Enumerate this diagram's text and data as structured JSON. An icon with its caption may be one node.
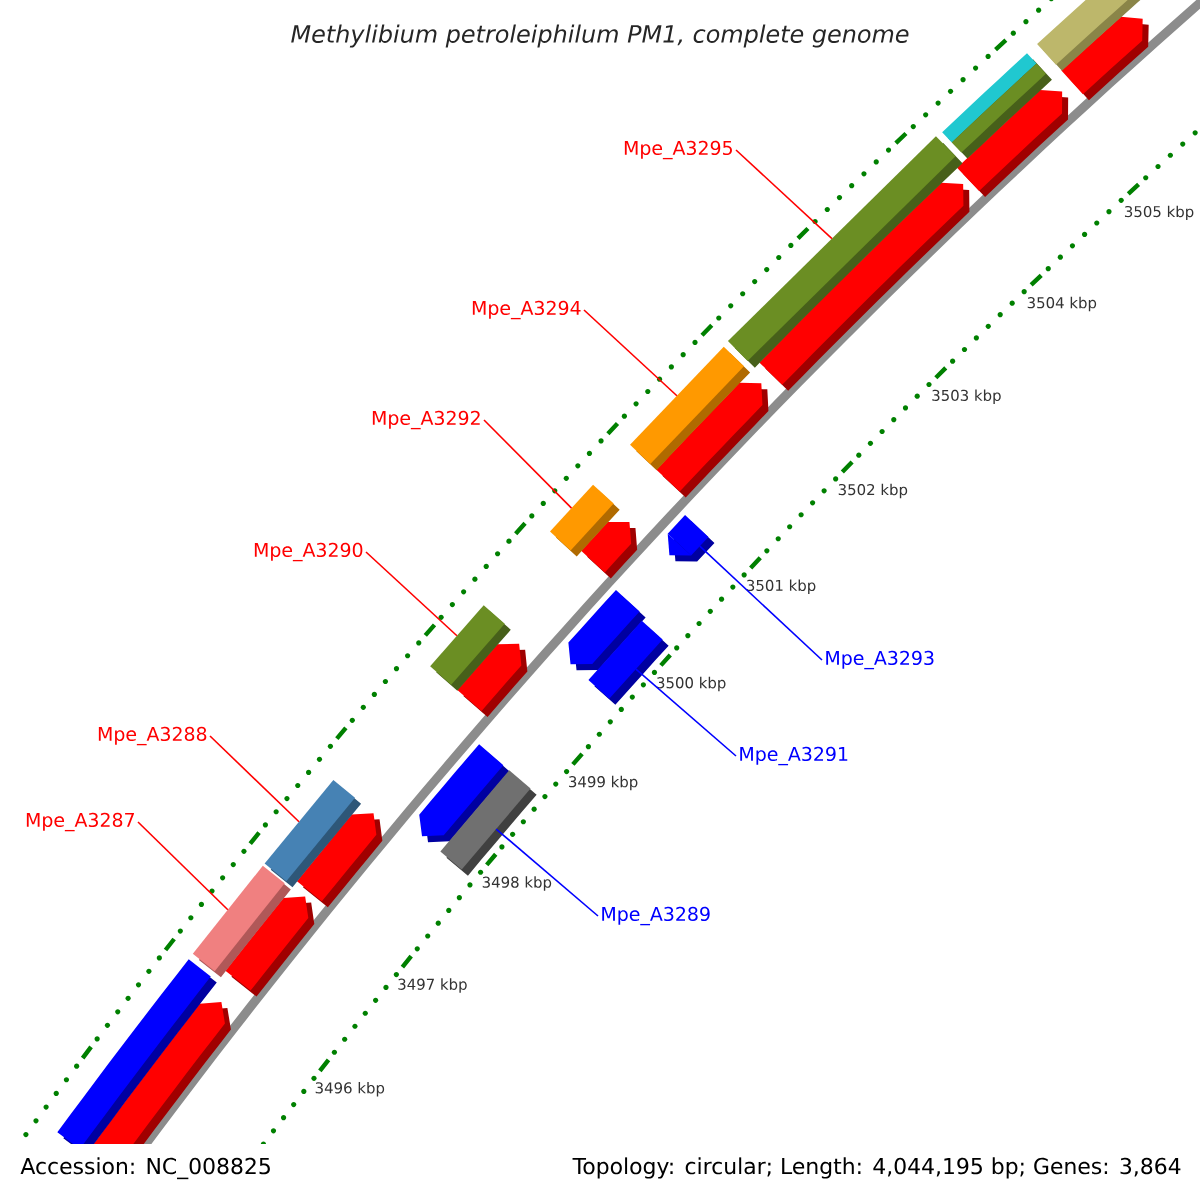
{
  "diagram": {
    "title": "Methylibium petroleiphilum PM1, complete genome",
    "nodes": [
      {
        "text": [
          "Mpe_A3295"
        ]
      },
      {
        "text": [
          "Mpe_A3294"
        ]
      },
      {
        "text": [
          "Mpe_A3292"
        ]
      },
      {
        "text": [
          "Mpe_A3290"
        ]
      },
      {
        "text": [
          "Mpe_A3293"
        ]
      },
      {
        "text": [
          "Mpe_A3288"
        ]
      },
      {
        "text": [
          "Mpe_A3291"
        ]
      },
      {
        "text": [
          "Mpe_A3287"
        ]
      },
      {
        "text": [
          "Mpe_A3289"
        ]
      },
      {
        "text": [],
        "shape": "bar"
      },
      {
        "text": [],
        "shape": "bar"
      },
      {
        "text": [],
        "shape": "bar"
      },
      {
        "text": [],
        "shape": "bar"
      },
      {
        "text": [],
        "shape": "bar"
      },
      {
        "text": [],
        "shape": "bar"
      },
      {
        "text": [],
        "shape": "bar"
      },
      {
        "text": [],
        "shape": "bar"
      },
      {
        "text": [],
        "shape": "bar"
      }
    ],
    "edges": [
      {
        "from": 0,
        "to": 9,
        "arrow": "none"
      },
      {
        "from": 1,
        "to": 10,
        "arrow": "none"
      },
      {
        "from": 2,
        "to": 11,
        "arrow": "none"
      },
      {
        "from": 3,
        "to": 12,
        "arrow": "none"
      },
      {
        "from": 4,
        "to": 13,
        "arrow": "none",
        "color": "#0000ff"
      },
      {
        "from": 5,
        "to": 14,
        "arrow": "none"
      },
      {
        "from": 6,
        "to": 15,
        "arrow": "none",
        "color": "#0000ff"
      },
      {
        "from": 7,
        "to": 16,
        "arrow": "none"
      },
      {
        "from": 8,
        "to": 17,
        "arrow": "none",
        "color": "#0000ff"
      }
    ],
    "labels": [
      "3505 kbp",
      "3504 kbp",
      "3503 kbp",
      "3502 kbp",
      "3501 kbp",
      "3500 kbp",
      "3499 kbp",
      "3498 kbp",
      "3497 kbp",
      "3496 kbp",
      "Accession: NC_008825",
      "Topology: circular; Length: 4,044,195 bp; Genes: 3,864"
    ]
  }
}
